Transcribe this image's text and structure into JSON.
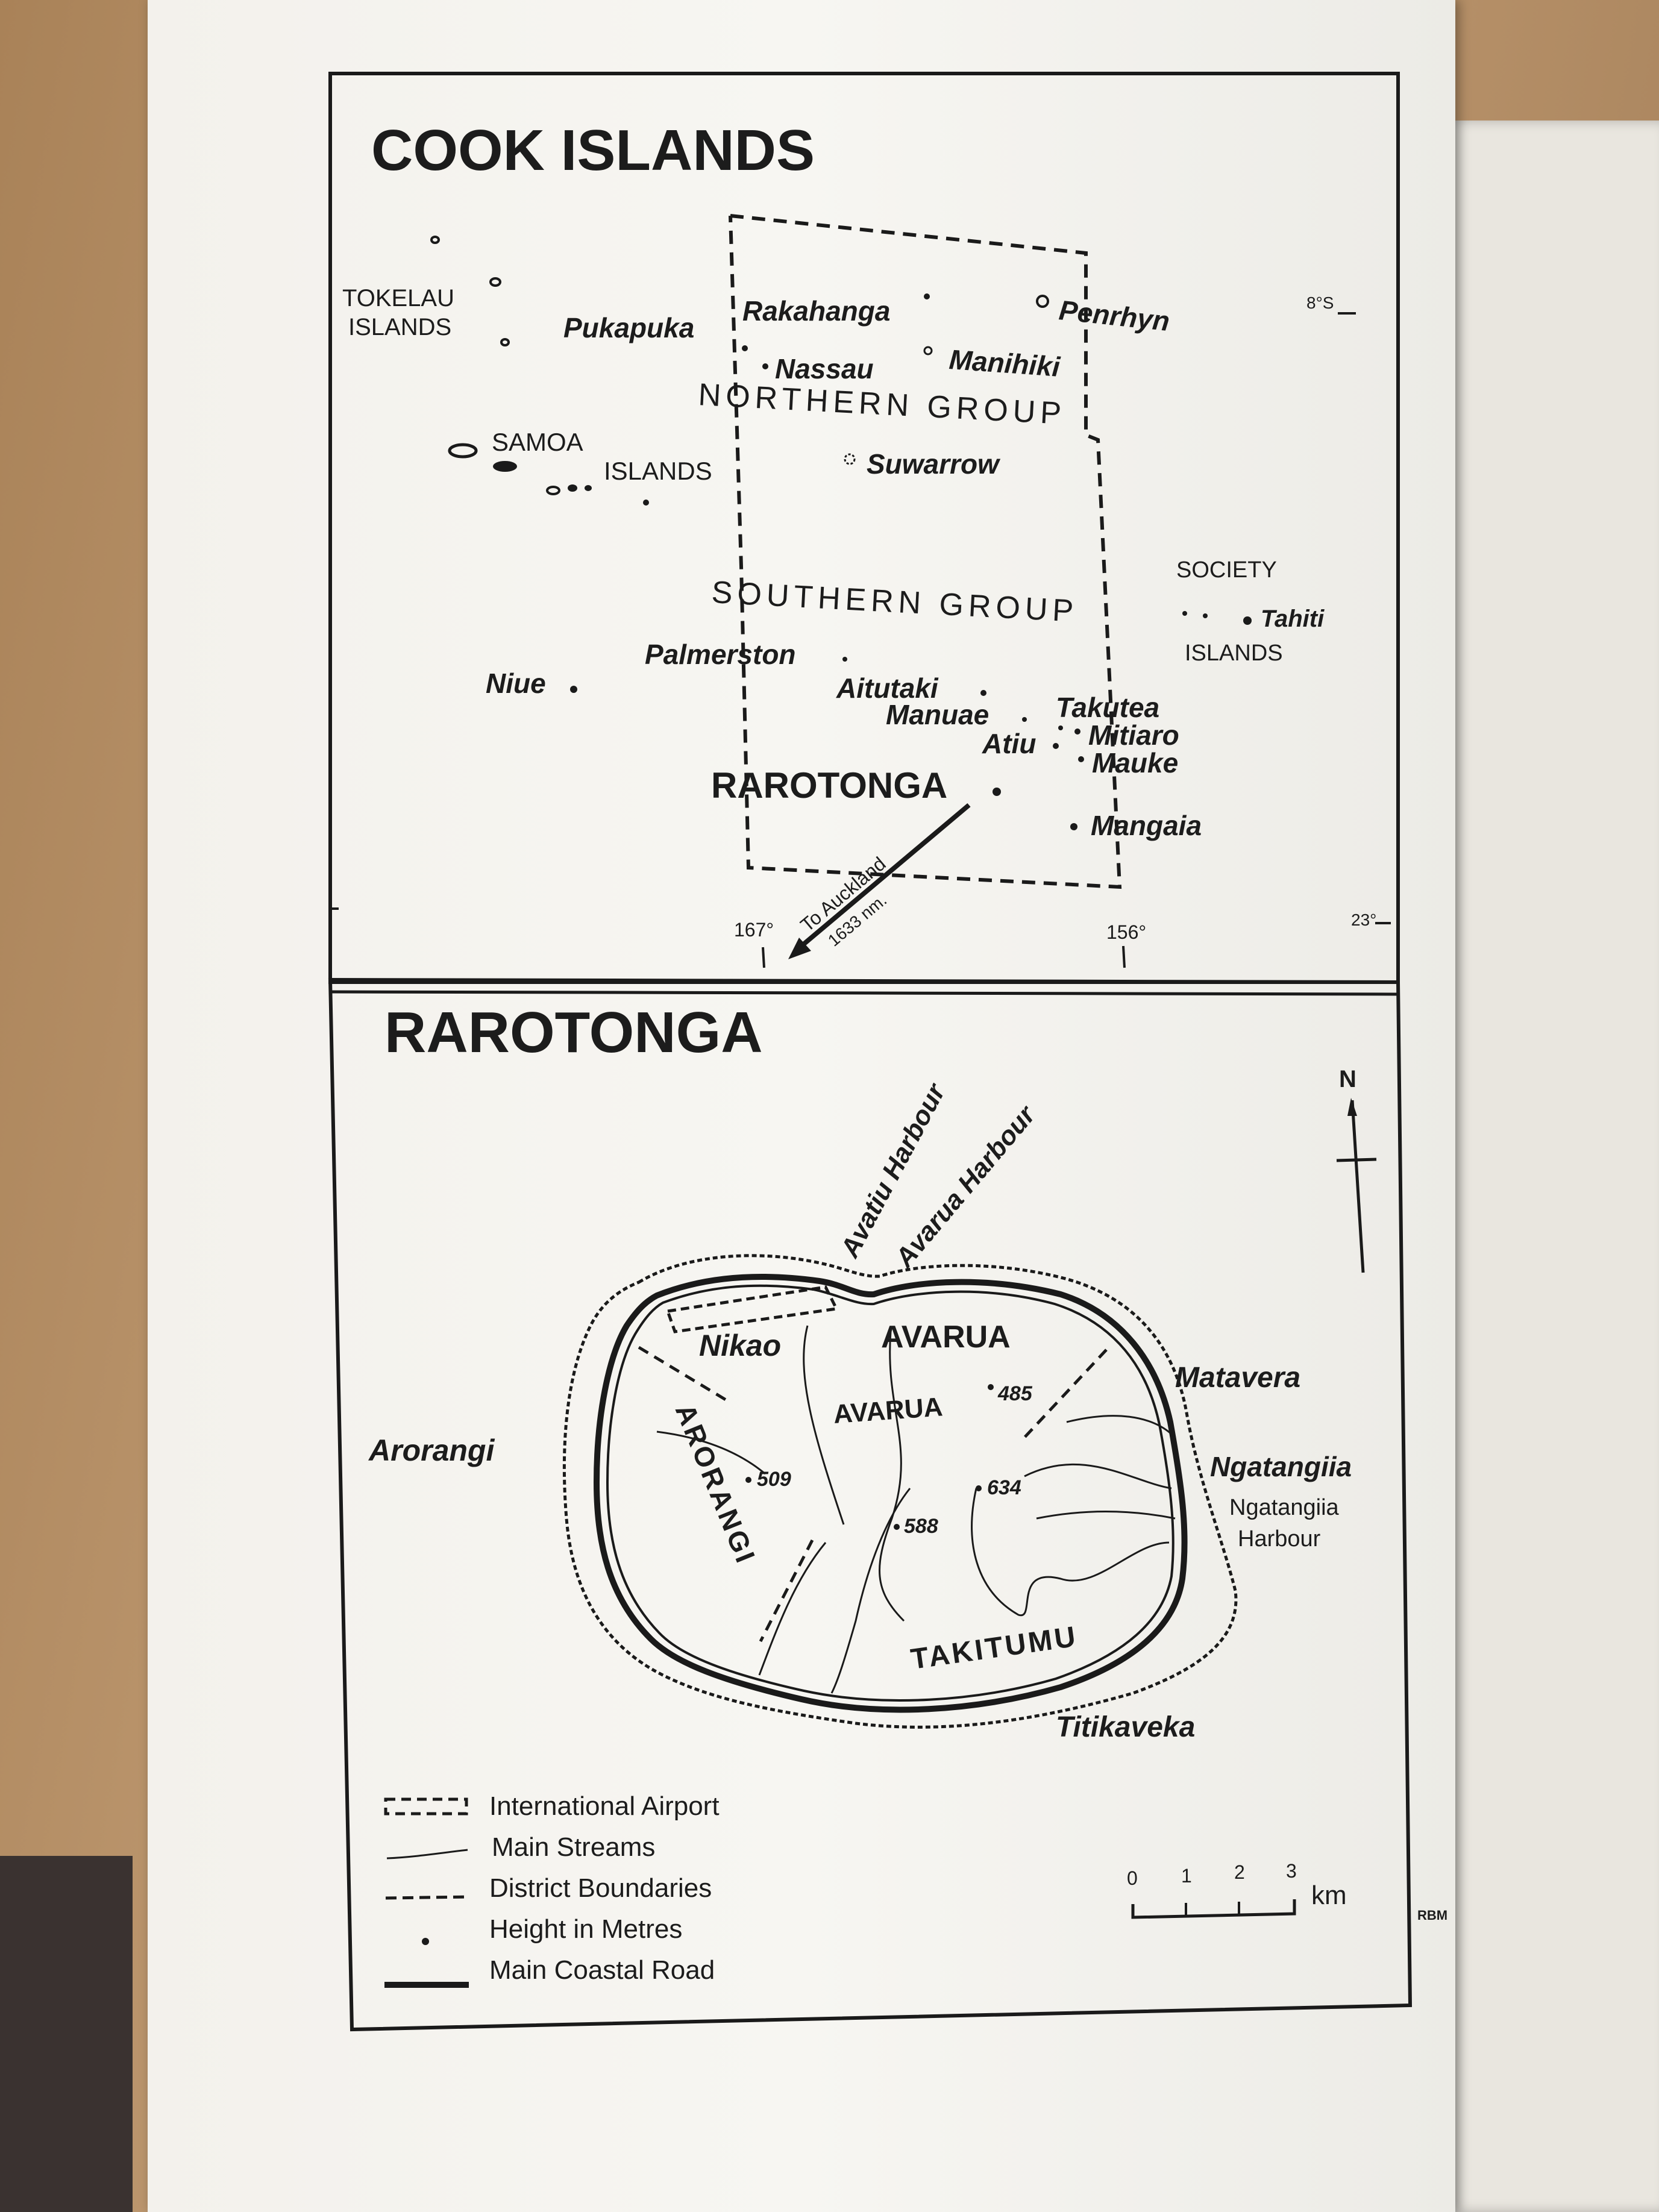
{
  "cook_map": {
    "title": "COOK ISLANDS",
    "groups": {
      "northern": "NORTHERN GROUP",
      "southern": "SOUTHERN GROUP"
    },
    "islands": {
      "rakahanga": "Rakahanga",
      "penrhyn": "Penrhyn",
      "pukapuka": "Pukapuka",
      "nassau": "Nassau",
      "manihiki": "Manihiki",
      "suwarrow": "Suwarrow",
      "palmerston": "Palmerston",
      "niue": "Niue",
      "aitutaki": "Aitutaki",
      "manuae": "Manuae",
      "takutea": "Takutea",
      "mitiaro": "Mitiaro",
      "atiu": "Atiu",
      "mauke": "Mauke",
      "rarotonga": "RAROTONGA",
      "mangaia": "Mangaia",
      "tahiti": "Tahiti"
    },
    "regions": {
      "tokelau_1": "TOKELAU",
      "tokelau_2": "ISLANDS",
      "samoa_1": "SAMOA",
      "samoa_2": "ISLANDS",
      "society_1": "SOCIETY",
      "society_2": "ISLANDS"
    },
    "coords": {
      "lat_top": "8°S",
      "lat_bottom": "23°",
      "lon_left": "167°",
      "lon_right": "156°"
    },
    "arrow_line1": "To Auckland",
    "arrow_line2": "1633 nm."
  },
  "raro_map": {
    "title": "RAROTONGA",
    "north": "N",
    "harbours": {
      "avatiu": "Avatiu Harbour",
      "avarua": "Avarua Harbour",
      "ngatangiia_1": "Ngatangiia",
      "ngatangiia_2": "Harbour"
    },
    "villages": {
      "nikao": "Nikao",
      "avarua": "AVARUA",
      "matavera": "Matavera",
      "arorangi": "Arorangi",
      "ngatangiia": "Ngatangiia",
      "titikaveka": "Titikaveka"
    },
    "districts": {
      "avarua": "AVARUA",
      "arorangi": "ARORANGI",
      "takitumu": "TAKITUMU"
    },
    "heights": [
      "485",
      "509",
      "634",
      "588"
    ],
    "scale": {
      "ticks": [
        "0",
        "1",
        "2",
        "3"
      ],
      "unit": "km"
    },
    "credit": "RBM"
  },
  "legend": [
    "International Airport",
    "Main Streams",
    "District Boundaries",
    "Height in Metres",
    "Main Coastal Road"
  ]
}
